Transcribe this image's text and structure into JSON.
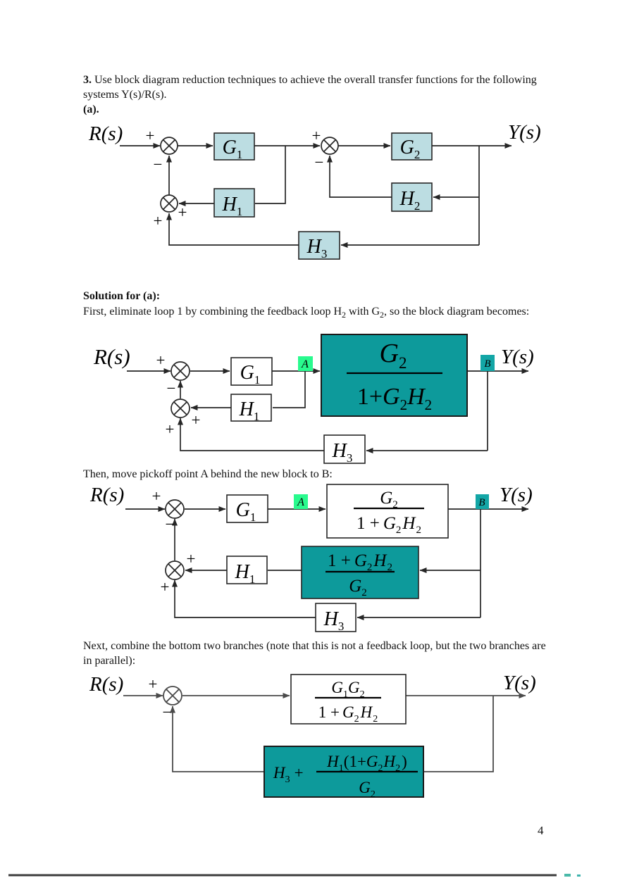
{
  "problem": {
    "number": "3.",
    "text": " Use block diagram reduction techniques to achieve the overall transfer functions for the following systems Y(s)/R(s).",
    "part": "(a)."
  },
  "solution": {
    "heading": "Solution for (a):",
    "step1": [
      "First, eliminate loop 1 by combining the feedback loop H",
      "2",
      " with G",
      "2",
      ", so the block diagram becomes:"
    ],
    "step2": "Then, move pickoff point A behind the new block to B:",
    "step3": "Next, combine the bottom two branches (note that this is not a feedback loop, but the two branches are in parallel):"
  },
  "symbols": {
    "r_label": "R(s)",
    "y_label": "Y(s)",
    "plus": "+",
    "minus": "−",
    "g": "G",
    "h": "H",
    "sub1": "1",
    "sub2": "2",
    "sub3": "3",
    "point_a": "A",
    "point_b": "B",
    "one_plus": "1+",
    "one_plus_spaced": "1 +",
    "paren_one_plus": "(1+",
    "paren_close": ")"
  },
  "colors": {
    "block_fill_light": "#bcdde2",
    "block_fill_white": "#ffffff",
    "block_fill_teal": "#0d9a9b",
    "label_a_fill": "#29fa8e",
    "label_b_fill": "#13a6a6"
  },
  "page_number": "4"
}
